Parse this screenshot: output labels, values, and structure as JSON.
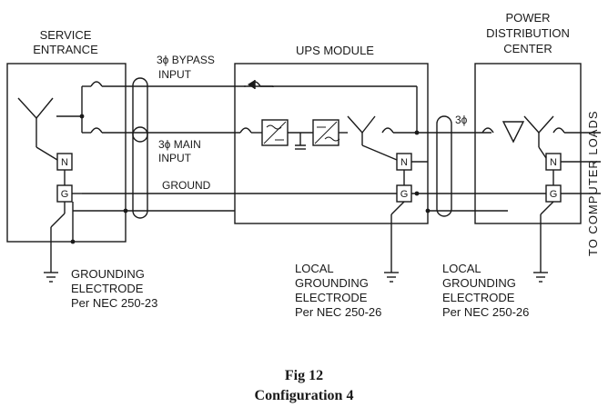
{
  "blocks": {
    "service_entrance": [
      "SERVICE",
      "ENTRANCE"
    ],
    "ups_module": "UPS MODULE",
    "pdc": [
      "POWER",
      "DISTRIBUTION",
      "CENTER"
    ]
  },
  "feeds": {
    "bypass": [
      "3ϕ BYPASS",
      "INPUT"
    ],
    "main": [
      "3ϕ MAIN",
      "INPUT"
    ],
    "ground": "GROUND",
    "output": "3ϕ"
  },
  "terminals": {
    "neutral": "N",
    "ground": "G"
  },
  "electrodes": {
    "service": [
      "GROUNDING",
      "ELECTRODE",
      "Per NEC 250-23"
    ],
    "ups": [
      "LOCAL",
      "GROUNDING",
      "ELECTRODE",
      "Per NEC 250-26"
    ],
    "pdc": [
      "LOCAL",
      "GROUNDING",
      "ELECTRODE",
      "Per NEC 250-26"
    ]
  },
  "side_label": "TO COMPUTER LOADS",
  "caption": {
    "figure": "Fig 12",
    "title": "Configuration 4"
  }
}
